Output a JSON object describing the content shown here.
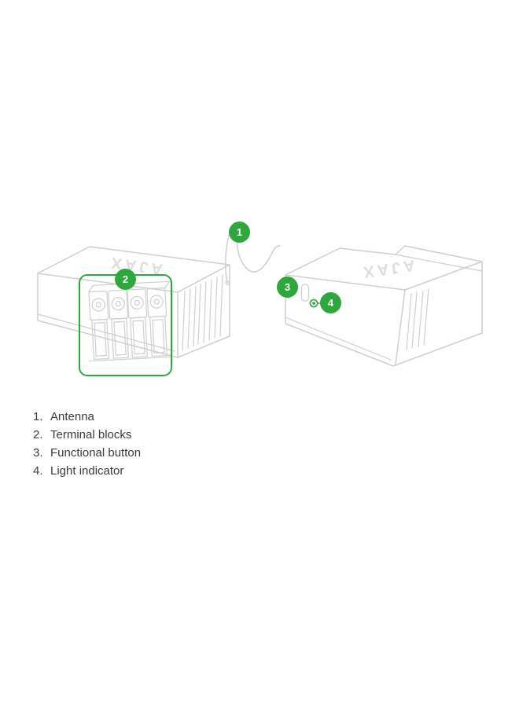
{
  "colors": {
    "accent_green": "#2ea83c",
    "device_outline_gray": "#cfcfcf",
    "brand_gray": "#dedede",
    "legend_text": "#3a3a3a"
  },
  "diagram": {
    "brand_mark": "AJAX",
    "callouts": [
      {
        "number": "1"
      },
      {
        "number": "2"
      },
      {
        "number": "3"
      },
      {
        "number": "4"
      }
    ]
  },
  "legend": {
    "items": [
      {
        "number": "1.",
        "label": "Antenna"
      },
      {
        "number": "2.",
        "label": "Terminal blocks"
      },
      {
        "number": "3.",
        "label": "Functional button"
      },
      {
        "number": "4.",
        "label": "Light indicator"
      }
    ]
  }
}
